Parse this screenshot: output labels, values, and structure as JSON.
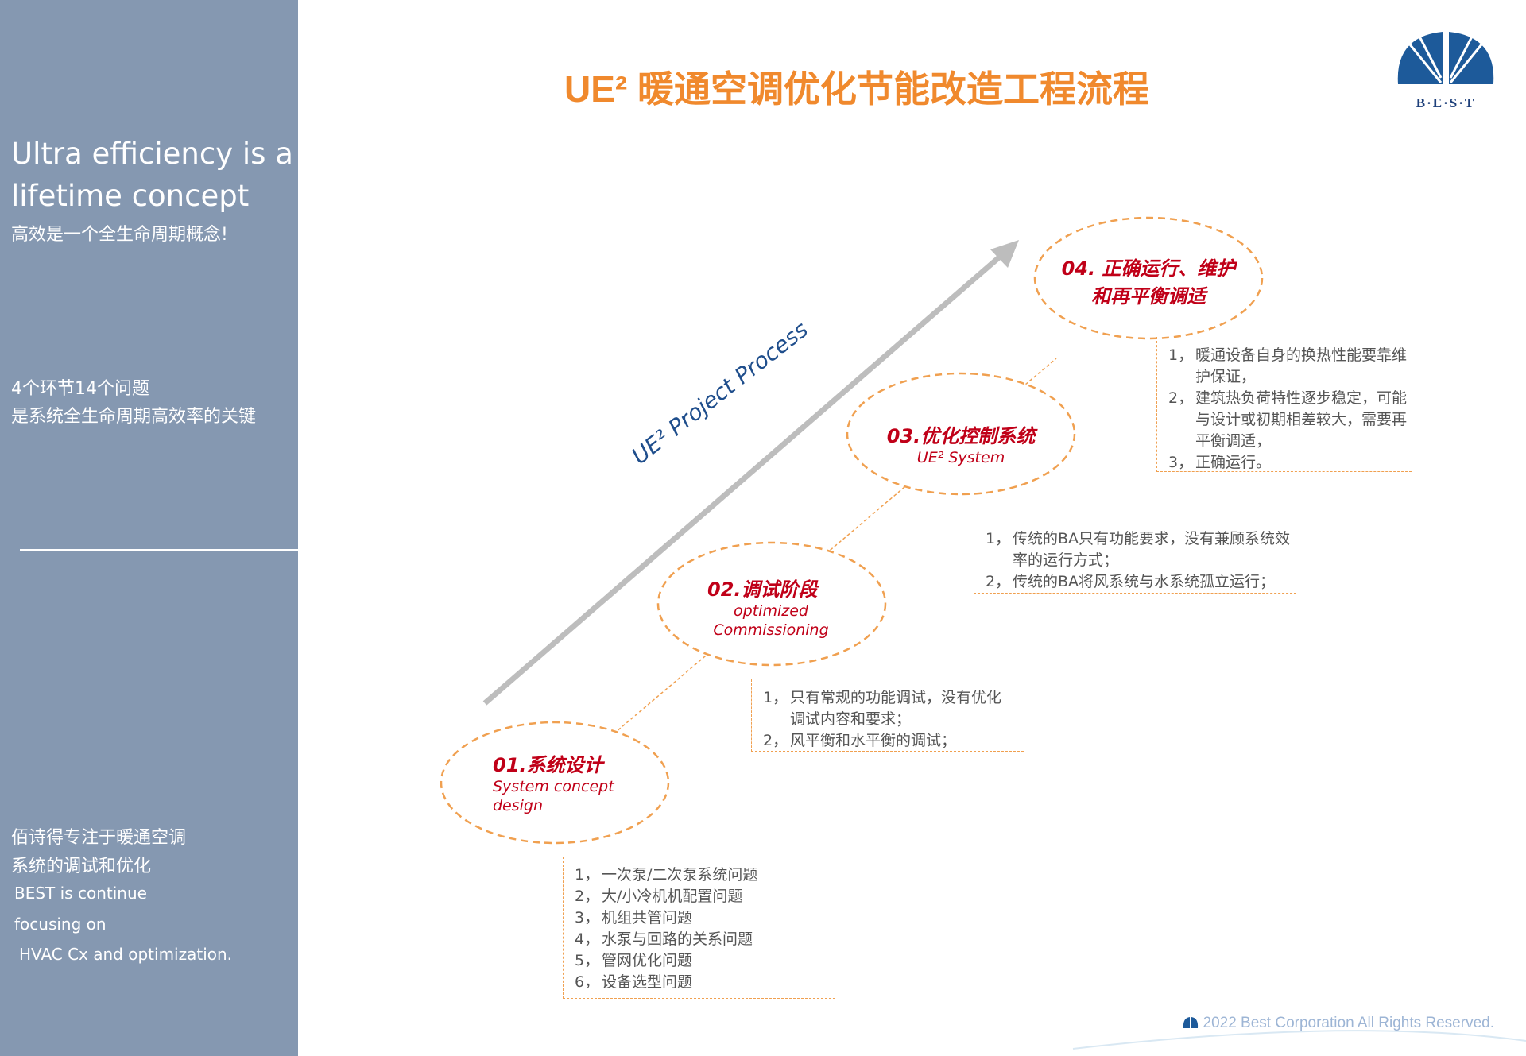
{
  "title": "UE² 暖通空调优化节能改造工程流程",
  "logo_text": "B·E·S·T",
  "sidebar": {
    "tagline_en_1": "Ultra efficiency is a",
    "tagline_en_2": "lifetime concept",
    "tagline_cn": "高效是一个全生命周期概念!",
    "key_1": "4个环节14个问题",
    "key_2": "是系统全生命周期高效率的关键",
    "focus_cn_1": "佰诗得专注于暖通空调",
    "focus_cn_2": "系统的调试和优化",
    "focus_en_1": "BEST is continue",
    "focus_en_2": "focusing on",
    "focus_en_3": "HVAC Cx and optimization."
  },
  "process_label": "UE² Project Process",
  "stages": [
    {
      "cn": "01.系统设计",
      "en1": "System concept",
      "en2": "design",
      "items": [
        {
          "n": "1，",
          "t": "一次泵/二次泵系统问题"
        },
        {
          "n": "2，",
          "t": "大/小冷机机配置问题"
        },
        {
          "n": "3，",
          "t": "机组共管问题"
        },
        {
          "n": "4，",
          "t": "水泵与回路的关系问题"
        },
        {
          "n": "5，",
          "t": "管网优化问题"
        },
        {
          "n": "6，",
          "t": "设备选型问题"
        }
      ]
    },
    {
      "cn": "02.调试阶段",
      "en1": "optimized",
      "en2": "Commissioning",
      "items": [
        {
          "n": "1，",
          "t": "只有常规的功能调试，没有优化调试内容和要求；"
        },
        {
          "n": "2，",
          "t": "风平衡和水平衡的调试；"
        }
      ]
    },
    {
      "cn": "03.优化控制系统",
      "en1": "UE² System",
      "en2": "",
      "items": [
        {
          "n": "1，",
          "t": "传统的BA只有功能要求，没有兼顾系统效率的运行方式；"
        },
        {
          "n": "2，",
          "t": "传统的BA将风系统与水系统孤立运行；"
        }
      ]
    },
    {
      "cn1": "04. 正确运行、维护",
      "cn2": "和再平衡调适",
      "items": [
        {
          "n": "1，",
          "t": "暖通设备自身的换热性能要靠维护保证，"
        },
        {
          "n": "2，",
          "t": "建筑热负荷特性逐步稳定，可能与设计或初期相差较大，需要再平衡调适，"
        },
        {
          "n": "3，",
          "t": "正确运行。"
        }
      ]
    }
  ],
  "footer": "2022 Best Corporation All Rights Reserved.",
  "colors": {
    "sidebar": "#8598b1",
    "title": "#f0892d",
    "stage": "#c00018",
    "dash": "#f0a050"
  }
}
